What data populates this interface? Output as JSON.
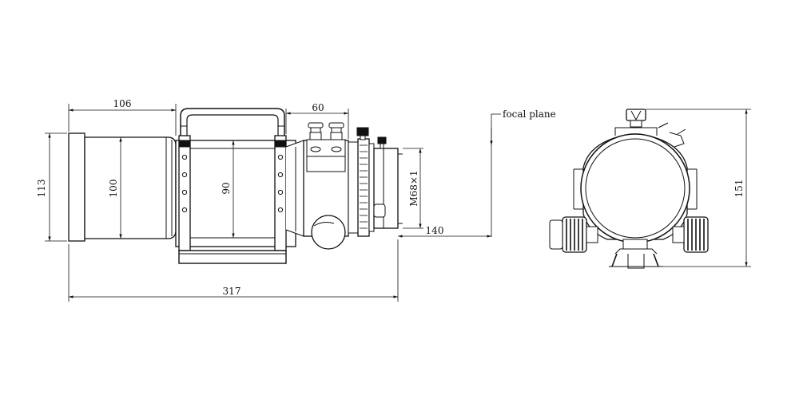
{
  "dimensions": {
    "len_106": "106",
    "len_60": "60",
    "dia_113": "113",
    "dia_100": "100",
    "dia_90": "90",
    "thread": "M68×1",
    "len_140": "140",
    "len_317": "317",
    "height_151": "151"
  },
  "labels": {
    "focal_plane": "focal plane"
  },
  "colors": {
    "line": "#111111",
    "background": "#ffffff"
  }
}
